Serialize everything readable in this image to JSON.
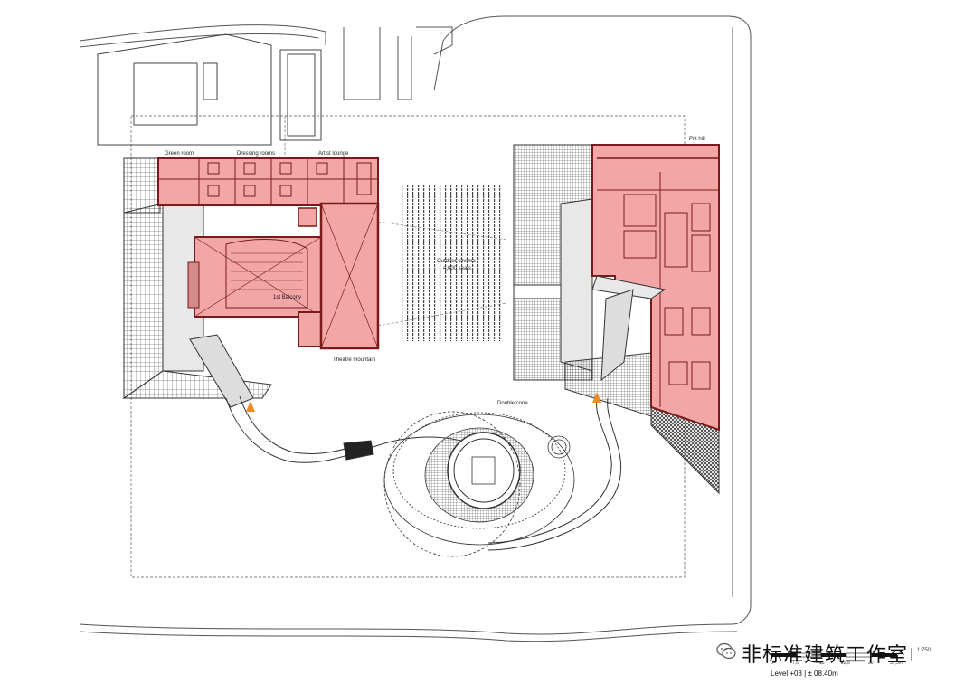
{
  "labels": {
    "green_room": "Green room",
    "dressing_rooms": "Dressing rooms",
    "artist_lounge": "Artist lounge",
    "pitt_hill": "Pitt hill",
    "outdoor_cinema_1": "Outdoor cinema",
    "outdoor_cinema_2": "4,000 seats",
    "first_balcony": "1st Balcony",
    "theatre_mountain": "Theatre mountain",
    "double_cone": "Double cone"
  },
  "scale_bar": {
    "ticks": [
      "0",
      "7,5",
      "15",
      "22,5",
      "30",
      "37,5m"
    ],
    "ratio": "1:750"
  },
  "level": "Level +03 | ± 08.40m",
  "watermark": "非标准建筑工作室",
  "colors": {
    "highlight": "#f2a6a6",
    "wall": "#7a1a1a",
    "line": "#333333"
  }
}
